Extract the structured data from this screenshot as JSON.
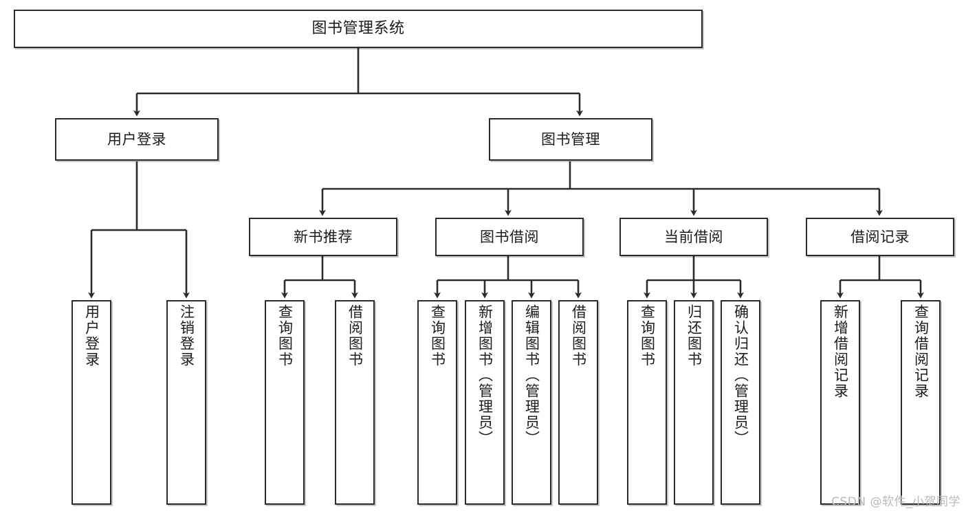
{
  "diagram": {
    "title": "图书管理系统",
    "type": "hierarchy-tree",
    "watermark": "CSDN @软件_小贺同学",
    "colors": {
      "box_border": "#2b2b2b",
      "box_fill": "#ffffff",
      "edge": "#2b2b2b",
      "text": "#1b1b1b",
      "watermark": "#b9b9b9"
    },
    "nodes": {
      "root": {
        "label": "图书管理系统"
      },
      "level2": [
        {
          "id": "user-login",
          "label": "用户登录"
        },
        {
          "id": "book-manage",
          "label": "图书管理"
        }
      ],
      "level3": [
        {
          "id": "new-book-recommend",
          "label": "新书推荐"
        },
        {
          "id": "book-borrow",
          "label": "图书借阅"
        },
        {
          "id": "current-borrow",
          "label": "当前借阅"
        },
        {
          "id": "borrow-record",
          "label": "借阅记录"
        }
      ],
      "leaves": {
        "user_login": [
          {
            "id": "leaf-user-login",
            "label": "用户登录"
          },
          {
            "id": "leaf-logout",
            "label": "注销登录"
          }
        ],
        "new_book_recommend": [
          {
            "id": "leaf-query-book-1",
            "label": "查询图书"
          },
          {
            "id": "leaf-borrow-book-1",
            "label": "借阅图书"
          }
        ],
        "book_borrow": [
          {
            "id": "leaf-query-book-2",
            "label": "查询图书"
          },
          {
            "id": "leaf-add-book",
            "label": "新增图书（管理员）"
          },
          {
            "id": "leaf-edit-book",
            "label": "编辑图书（管理员）"
          },
          {
            "id": "leaf-borrow-book-2",
            "label": "借阅图书"
          }
        ],
        "current_borrow": [
          {
            "id": "leaf-query-book-3",
            "label": "查询图书"
          },
          {
            "id": "leaf-return-book",
            "label": "归还图书"
          },
          {
            "id": "leaf-confirm-return",
            "label": "确认归还（管理员）"
          }
        ],
        "borrow_record": [
          {
            "id": "leaf-add-record",
            "label": "新增借阅记录"
          },
          {
            "id": "leaf-query-record",
            "label": "查询借阅记录"
          }
        ]
      }
    }
  }
}
